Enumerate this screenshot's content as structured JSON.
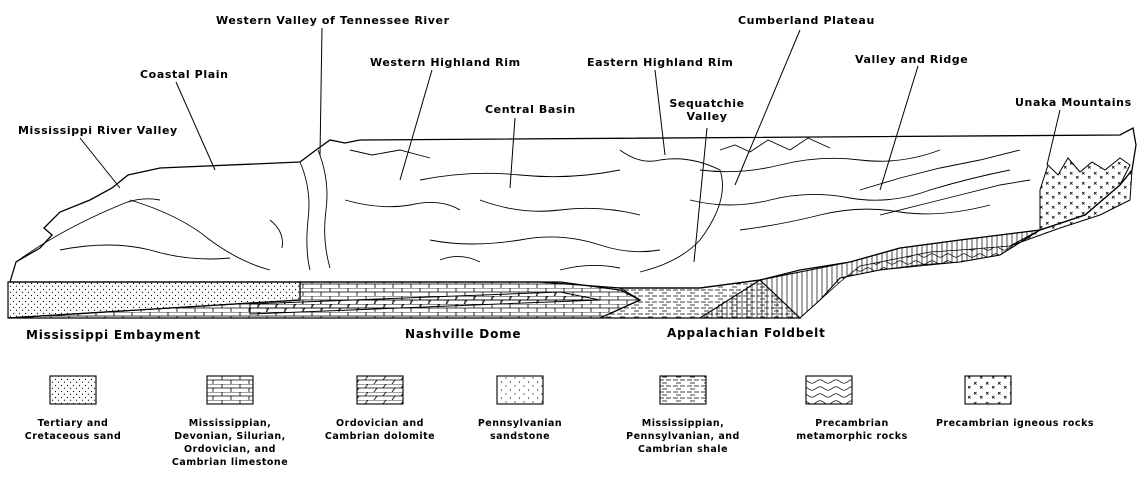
{
  "labels": {
    "western_valley": "Western Valley of Tennessee River",
    "cumberland_plateau": "Cumberland Plateau",
    "coastal_plain": "Coastal Plain",
    "western_highland_rim": "Western Highland Rim",
    "eastern_highland_rim": "Eastern Highland Rim",
    "valley_and_ridge": "Valley and Ridge",
    "mississippi_river_valley": "Mississippi River Valley",
    "central_basin": "Central Basin",
    "sequatchie_valley": "Sequatchie Valley",
    "unaka_mountains": "Unaka Mountains"
  },
  "structures": {
    "mississippi_embayment": "Mississippi Embayment",
    "nashville_dome": "Nashville Dome",
    "appalachian_foldbelt": "Appalachian Foldbelt"
  },
  "legend": [
    {
      "pattern": "dots",
      "label": "Tertiary and\nCretaceous sand"
    },
    {
      "pattern": "bricks",
      "label": "Mississippian,\nDevonian, Silurian,\nOrdovician, and\nCambrian limestone"
    },
    {
      "pattern": "slant-bricks",
      "label": "Ordovician and\nCambrian dolomite"
    },
    {
      "pattern": "sparse-dots",
      "label": "Pennsylvanian\nsandstone"
    },
    {
      "pattern": "dashes",
      "label": "Mississippian,\nPennsylvanian, and\nCambrian shale"
    },
    {
      "pattern": "waves",
      "label": "Precambrian\nmetamorphic rocks"
    },
    {
      "pattern": "crosses",
      "label": "Precambrian igneous rocks"
    }
  ]
}
